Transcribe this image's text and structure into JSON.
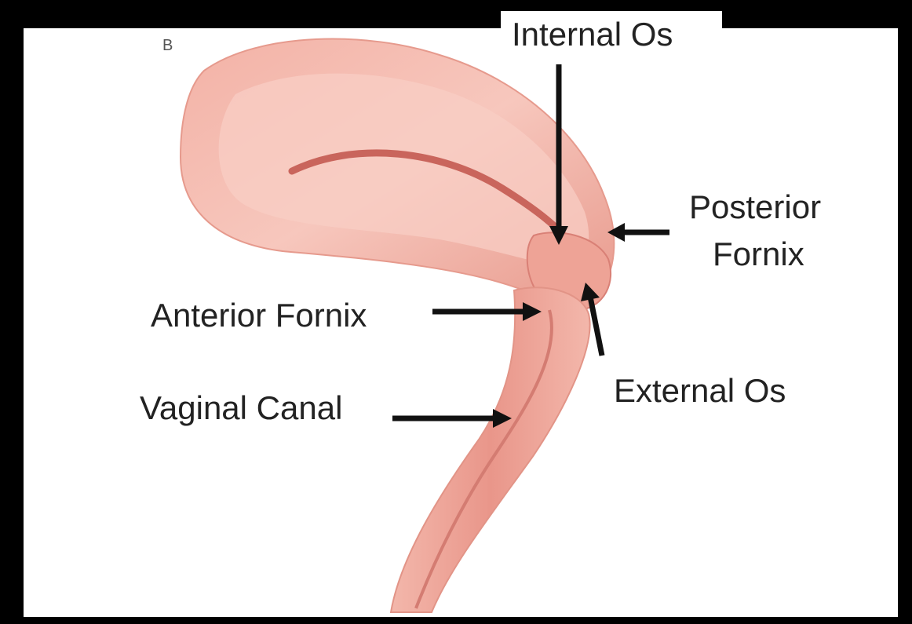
{
  "panel_letter": "B",
  "labels": {
    "internal_os": "Internal Os",
    "posterior_fornix_line1": "Posterior",
    "posterior_fornix_line2": "Fornix",
    "anterior_fornix": "Anterior Fornix",
    "external_os": "External Os",
    "vaginal_canal": "Vaginal Canal"
  },
  "colors": {
    "tissue_light": "#f6c2b8",
    "tissue_mid": "#efa497",
    "tissue_dark": "#d87a70",
    "arrow": "#111111",
    "label_text": "#222222"
  }
}
